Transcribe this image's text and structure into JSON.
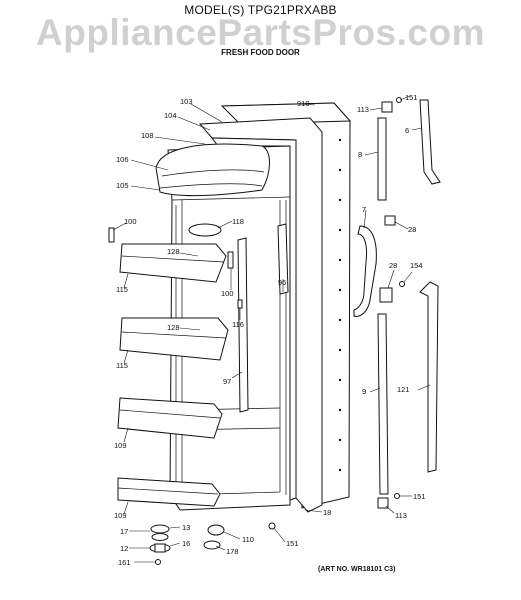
{
  "header": {
    "model_line": "MODEL(S) TPG21PRXABB",
    "section": "FRESH FOOD DOOR"
  },
  "watermark": "AppliancePartsPros.com",
  "art_number": "(ART NO. WR18101 C3)",
  "callouts": {
    "c910": "910",
    "c103": "103",
    "c104": "104",
    "c108": "108",
    "c106": "106",
    "c105": "105",
    "c100a": "100",
    "c118": "118",
    "c128a": "128",
    "c115a": "115",
    "c100b": "100",
    "c96": "96",
    "c116": "116",
    "c128b": "128",
    "c115b": "115",
    "c97": "97",
    "c109a": "109",
    "c109b": "109",
    "c113a": "113",
    "c151a": "151",
    "c6": "6",
    "c8": "8",
    "c7": "7",
    "c28a": "28",
    "c28b": "28",
    "c154": "154",
    "c9": "9",
    "c121": "121",
    "c151b": "151",
    "c113b": "113",
    "c18": "18",
    "c17": "17",
    "c13": "13",
    "c12": "12",
    "c16": "16",
    "c110": "110",
    "c178": "178",
    "c151c": "151",
    "c161": "161"
  },
  "colors": {
    "ink": "#111111",
    "watermark": "#c8c8c8",
    "background": "#ffffff"
  }
}
